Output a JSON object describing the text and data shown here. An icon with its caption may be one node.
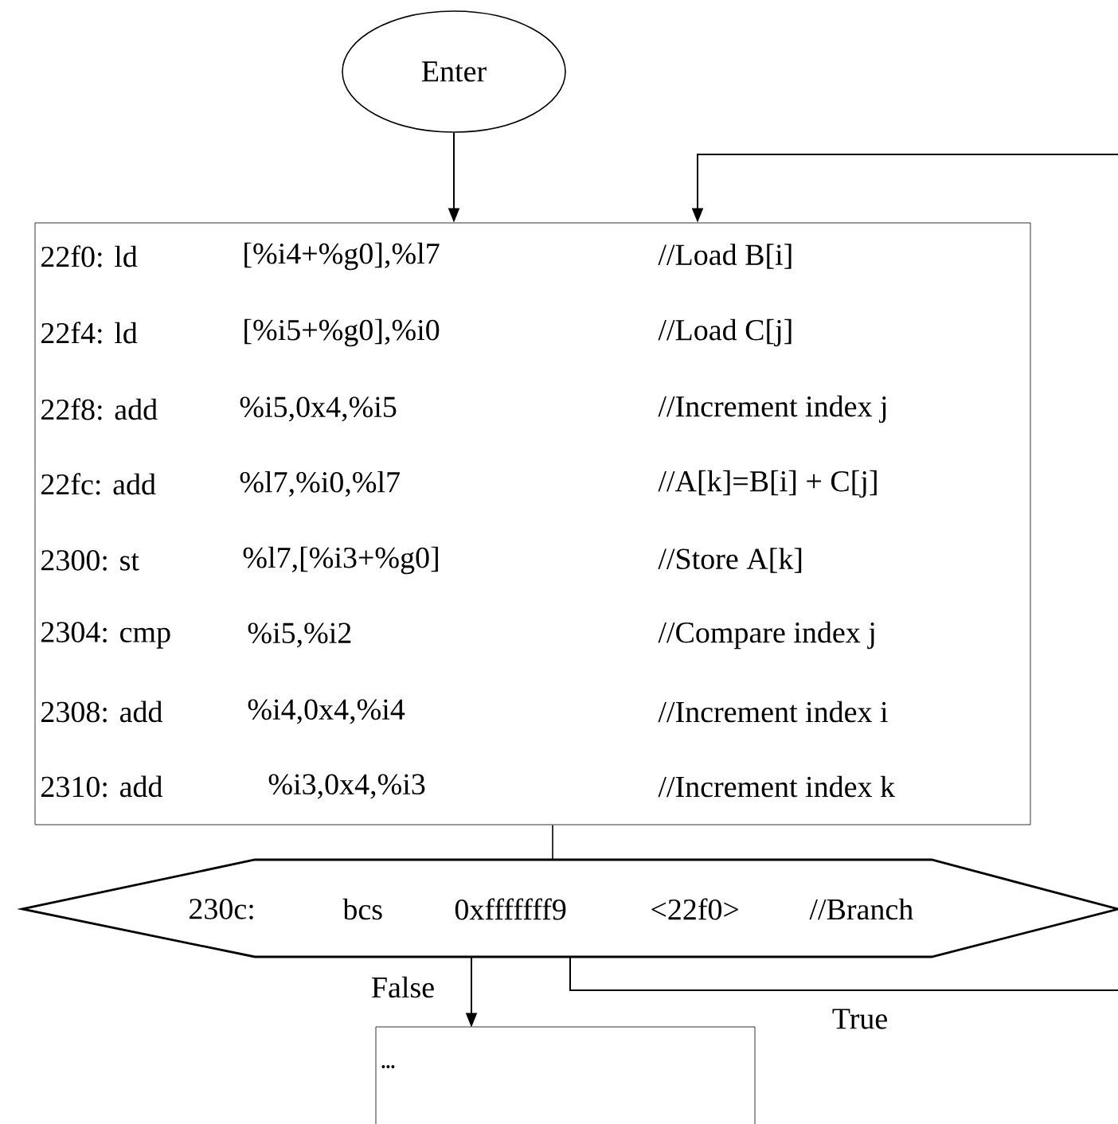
{
  "diagram": {
    "nodes": [
      {
        "text": [
          "Enter"
        ]
      },
      {
        "text": [
          "22f0: ld",
          "[%i4+%g0],%l7",
          "//Load B[i]",
          "22f4: ld",
          "[%i5+%g0],%i0",
          "//Load C[j]",
          "22f8: add",
          "%i5,0x4,%i5",
          "//Increment index j",
          "22fc: add",
          "%l7,%i0,%l7",
          "//A[k]=B[i] + C[j]",
          "2300: st",
          "%l7,[%i3+%g0]",
          "//Store A[k]",
          "2304: cmp",
          "%i5,%i2",
          "//Compare index j",
          "2308: add",
          "%i4,0x4,%i4",
          "//Increment index i",
          "2310: add",
          "%i3,0x4,%i3",
          "//Increment index k"
        ]
      },
      {
        "text": [
          "230c:",
          "bcs",
          "0xfffffff9",
          "<22f0>",
          "//Branch"
        ]
      },
      {
        "text": [
          "..."
        ]
      }
    ],
    "edges": [
      {
        "from": 0,
        "to": 1,
        "arrow": "to"
      },
      {
        "from": 1,
        "to": 2,
        "arrow": "none"
      },
      {
        "from": 2,
        "to": 3,
        "arrow": "to",
        "label": "False"
      },
      {
        "from": 2,
        "to": 1,
        "arrow": "to",
        "label": "True"
      }
    ]
  }
}
